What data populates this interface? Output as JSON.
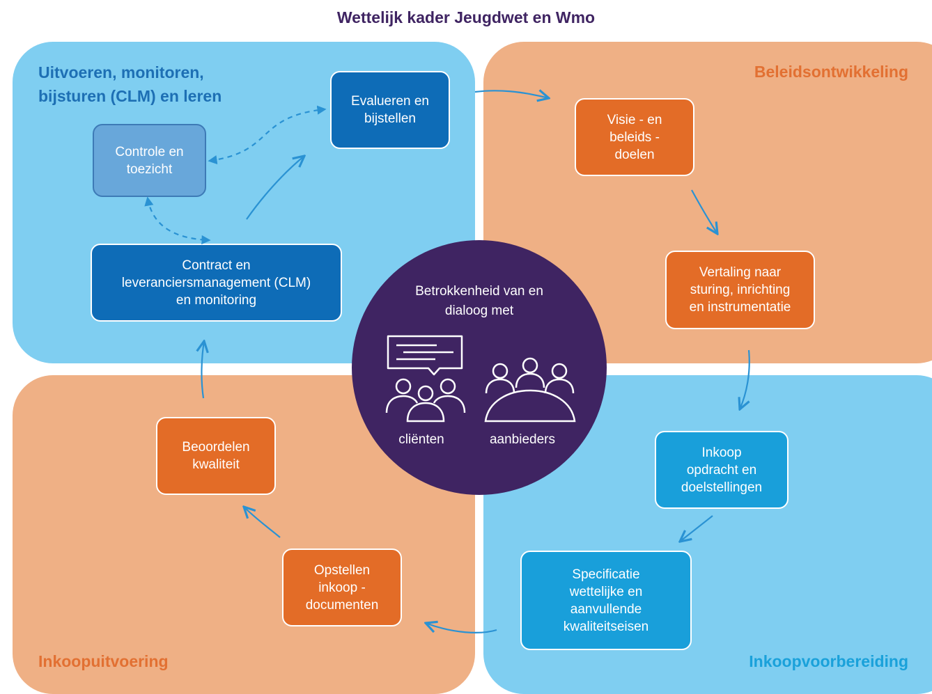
{
  "title": "Wettelijk kader Jeugdwet en Wmo",
  "quadrants": {
    "top_left": "Uitvoeren, monitoren, bijsturen (CLM) en leren",
    "top_right": "Beleidsontwikkeling",
    "bottom_left": "Inkoopuitvoering",
    "bottom_right": "Inkoopvoorbereiding"
  },
  "boxes": {
    "evaluate": "Evalueren en\nbijstellen",
    "control": "Controle en\ntoezicht",
    "clm": "Contract en\nleveranciersmanagement (CLM)\nen monitoring",
    "vision": "Visie  - en\nbeleids  -\ndoelen",
    "translate": "Vertaling naar\nsturing, inrichting\nen instrumentatie",
    "procure": "Inkoop\nopdracht en\ndoelstellingen",
    "spec": "Specificatie\nwettelijke en\naanvullende\nkwaliteitseisen",
    "docs": "Opstellen\ninkoop  -\ndocumenten",
    "assess": "Beoordelen\nkwaliteit"
  },
  "center": {
    "title": "Betrokkenheid van en\ndialoog met",
    "clients": "cliënten",
    "providers": "aanbieders"
  },
  "colors": {
    "purple": "#3f2462",
    "light_blue": "#7fcef1",
    "peach": "#efb085",
    "dark_blue": "#0e6cb7",
    "orange": "#e36c27",
    "cyan": "#199fda"
  }
}
